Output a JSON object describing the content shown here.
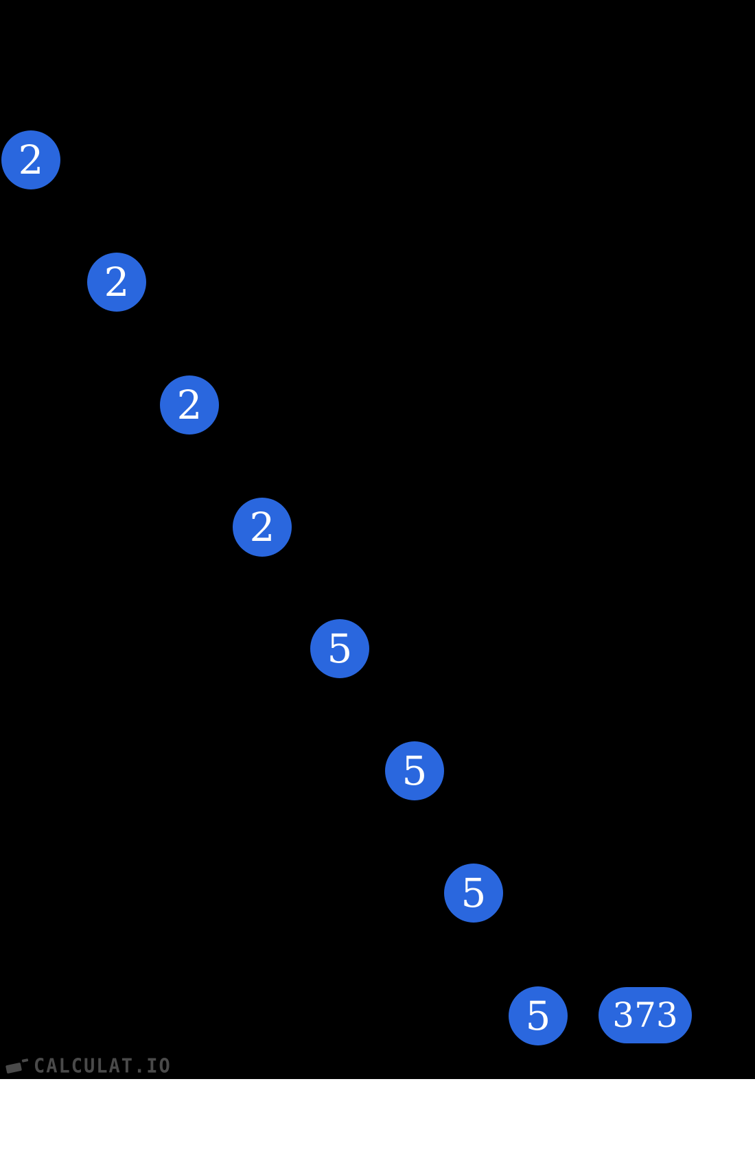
{
  "canvas": {
    "background_color": "#000000",
    "bottom_strip_color": "#ffffff"
  },
  "tree": {
    "node_fill_color": "#2a67de",
    "node_text_color": "#ffffff",
    "nodes": [
      {
        "value": "2",
        "shape": "circle"
      },
      {
        "value": "2",
        "shape": "circle"
      },
      {
        "value": "2",
        "shape": "circle"
      },
      {
        "value": "2",
        "shape": "circle"
      },
      {
        "value": "5",
        "shape": "circle"
      },
      {
        "value": "5",
        "shape": "circle"
      },
      {
        "value": "5",
        "shape": "circle"
      },
      {
        "value": "5",
        "shape": "circle"
      },
      {
        "value": "373",
        "shape": "pill"
      }
    ]
  },
  "footer": {
    "logo_text": "CALCULAT.IO",
    "logo_color": "#4a4a4a"
  }
}
